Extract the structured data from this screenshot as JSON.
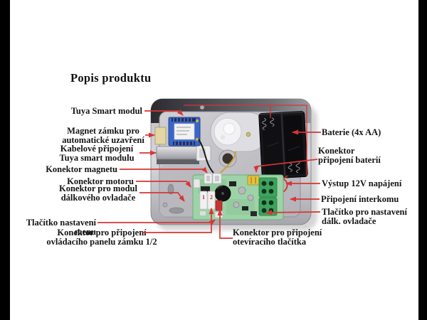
{
  "title": "Popis produktu",
  "colors": {
    "background": "#ffffff",
    "side_bars": "#000000",
    "leader_line": "#d83535",
    "label_text": "#151515",
    "pcb_green": "#9ed2a7",
    "module_blue": "#3a66c8",
    "case_silver": "#c6c6cb"
  },
  "labels": {
    "tuya_module": "Tuya Smart modul",
    "magnet_lock": "Magnet zámku pro\nautomatické uzavření",
    "cable_connection": "Kabelové připojení\nTuya smart modulu",
    "magnet_connector": "Konektor magnetu",
    "motor_connector": "Konektor motoru",
    "remote_module": "Konektor pro modul\ndálkového ovladače",
    "menu_button": "Tlačítko nastavení menu",
    "panel_connector": "Konektor pro připojení\novládacího panelu zámku 1/2",
    "open_button": "Konektor pro připojení\notevíracího tlačítka",
    "battery": "Baterie (4x AA)",
    "battery_connector": "Konektor\npřipojení baterií",
    "output_12v": "Výstup 12V napájení",
    "intercom": "Připojení interkomu",
    "remote_set_button": "Tlačítko pro nastavení\ndálk. ovladače"
  },
  "device": {
    "pcb_port_1": "1",
    "pcb_port_2": "2"
  }
}
